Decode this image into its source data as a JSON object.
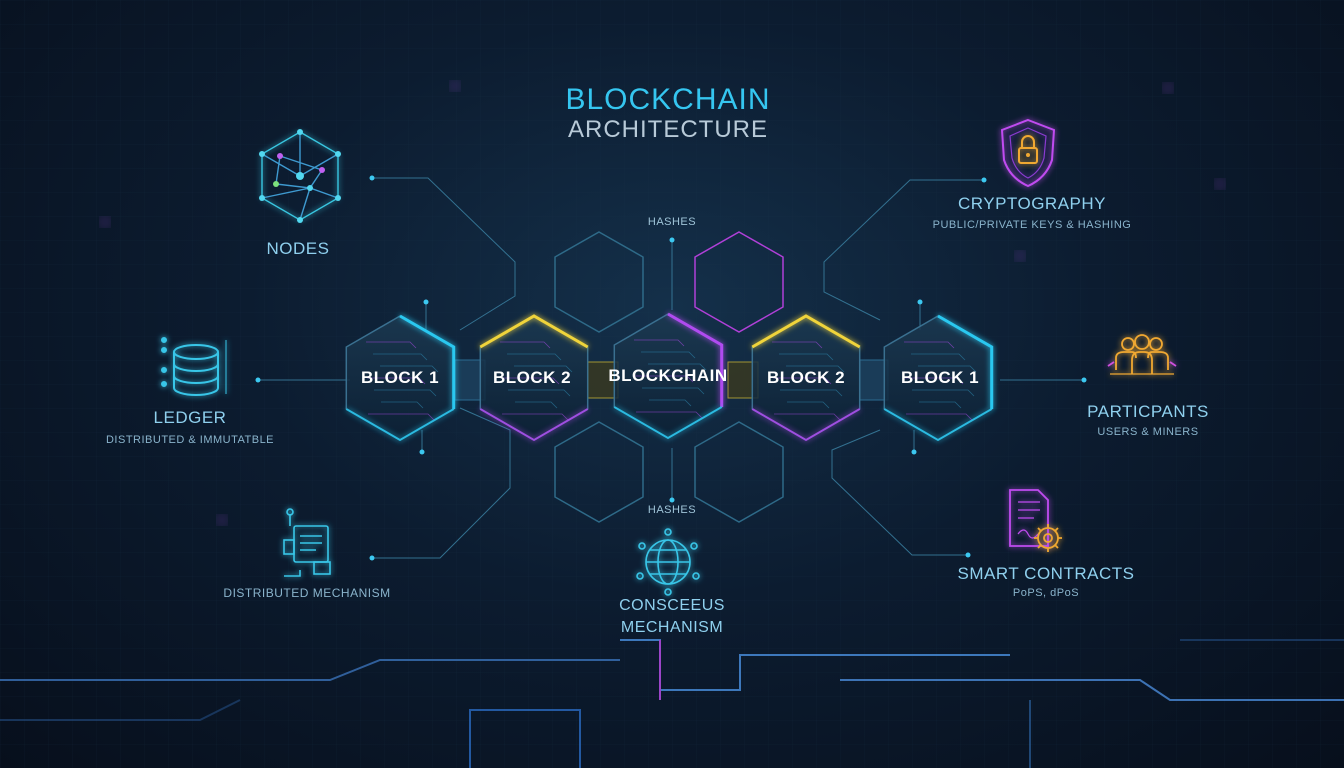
{
  "title": {
    "line1": "BLOCKCHAIN",
    "line2": "ARCHITECTURE"
  },
  "blocks": [
    {
      "label": "BLOCK 1",
      "accent": "#29c8f0"
    },
    {
      "label": "BLOCK 2",
      "accent": "#f0d43a"
    },
    {
      "label": "BLOCKCHAIN",
      "accent": "#b04cf0"
    },
    {
      "label": "BLOCK 2",
      "accent": "#f0d43a"
    },
    {
      "label": "BLOCK 1",
      "accent": "#29c8f0"
    }
  ],
  "hashes": {
    "top": "HASHES",
    "bottom": "HASHES"
  },
  "components": {
    "nodes": {
      "title": "NODES",
      "icon": "network-cube-icon"
    },
    "ledger": {
      "title": "LEDGER",
      "subtitle": "DISTRIBUTED & IMMUTATBLE",
      "icon": "database-icon"
    },
    "distributed": {
      "title": "DISTRIBUTED MECHANISM",
      "icon": "document-flow-icon"
    },
    "consensus": {
      "title_line1": "CONSCEEUS",
      "title_line2": "MECHANISM",
      "icon": "globe-network-icon"
    },
    "cryptography": {
      "title": "CRYPTOGRAPHY",
      "subtitle": "PUBLIC/PRIVATE KEYS & HASHING",
      "icon": "shield-lock-icon"
    },
    "participants": {
      "title": "PARTICPANTS",
      "subtitle": "USERS & MINERS",
      "icon": "users-group-icon"
    },
    "smart_contracts": {
      "title": "SMART CONTRACTS",
      "subtitle": "PoPS, dPoS",
      "icon": "contract-gear-icon"
    }
  },
  "colors": {
    "cyan": "#29c8f0",
    "yellow": "#f0d43a",
    "purple": "#b04cf0",
    "orange": "#f0a830",
    "background": "#0a1424"
  }
}
